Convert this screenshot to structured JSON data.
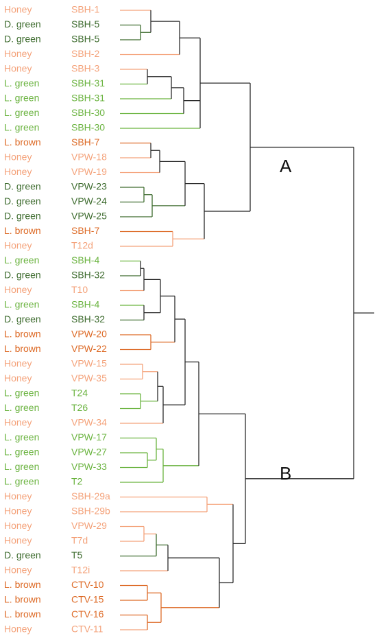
{
  "colors": {
    "honey": "#f4a27a",
    "d_green": "#3d6b2e",
    "l_green": "#6ab33f",
    "l_brown": "#dd6a26",
    "branch": "#2b2b2b"
  },
  "leaves": [
    {
      "category": "Honey",
      "sample": "SBH-1",
      "color_key": "honey"
    },
    {
      "category": "D. green",
      "sample": "SBH-5",
      "color_key": "d_green"
    },
    {
      "category": "D. green",
      "sample": "SBH-5",
      "color_key": "d_green"
    },
    {
      "category": "Honey",
      "sample": "SBH-2",
      "color_key": "honey"
    },
    {
      "category": "Honey",
      "sample": "SBH-3",
      "color_key": "honey"
    },
    {
      "category": "L. green",
      "sample": "SBH-31",
      "color_key": "l_green"
    },
    {
      "category": "L. green",
      "sample": "SBH-31",
      "color_key": "l_green"
    },
    {
      "category": "L. green",
      "sample": "SBH-30",
      "color_key": "l_green"
    },
    {
      "category": "L. green",
      "sample": "SBH-30",
      "color_key": "l_green"
    },
    {
      "category": "L. brown",
      "sample": "SBH-7",
      "color_key": "l_brown"
    },
    {
      "category": "Honey",
      "sample": "VPW-18",
      "color_key": "honey"
    },
    {
      "category": "Honey",
      "sample": "VPW-19",
      "color_key": "honey"
    },
    {
      "category": "D. green",
      "sample": "VPW-23",
      "color_key": "d_green"
    },
    {
      "category": "D. green",
      "sample": "VPW-24",
      "color_key": "d_green"
    },
    {
      "category": "D. green",
      "sample": "VPW-25",
      "color_key": "d_green"
    },
    {
      "category": "L. brown",
      "sample": "SBH-7",
      "color_key": "l_brown"
    },
    {
      "category": "Honey",
      "sample": "T12d",
      "color_key": "honey"
    },
    {
      "category": "L. green",
      "sample": "SBH-4",
      "color_key": "l_green"
    },
    {
      "category": "D. green",
      "sample": "SBH-32",
      "color_key": "d_green"
    },
    {
      "category": "Honey",
      "sample": "T10",
      "color_key": "honey"
    },
    {
      "category": "L. green",
      "sample": "SBH-4",
      "color_key": "l_green"
    },
    {
      "category": "D. green",
      "sample": "SBH-32",
      "color_key": "d_green"
    },
    {
      "category": "L. brown",
      "sample": "VPW-20",
      "color_key": "l_brown"
    },
    {
      "category": "L. brown",
      "sample": "VPW-22",
      "color_key": "l_brown"
    },
    {
      "category": "Honey",
      "sample": "VPW-15",
      "color_key": "honey"
    },
    {
      "category": "Honey",
      "sample": "VPW-35",
      "color_key": "honey"
    },
    {
      "category": "L. green",
      "sample": "T24",
      "color_key": "l_green"
    },
    {
      "category": "L. green",
      "sample": "T26",
      "color_key": "l_green"
    },
    {
      "category": "Honey",
      "sample": "VPW-34",
      "color_key": "honey"
    },
    {
      "category": "L. green",
      "sample": "VPW-17",
      "color_key": "l_green"
    },
    {
      "category": "L. green",
      "sample": "VPW-27",
      "color_key": "l_green"
    },
    {
      "category": "L. green",
      "sample": "VPW-33",
      "color_key": "l_green"
    },
    {
      "category": "L. green",
      "sample": "T2",
      "color_key": "l_green"
    },
    {
      "category": "Honey",
      "sample": "SBH-29a",
      "color_key": "honey"
    },
    {
      "category": "Honey",
      "sample": "SBH-29b",
      "color_key": "honey"
    },
    {
      "category": "Honey",
      "sample": "VPW-29",
      "color_key": "honey"
    },
    {
      "category": "Honey",
      "sample": "T7d",
      "color_key": "honey"
    },
    {
      "category": "D. green",
      "sample": "T5",
      "color_key": "d_green"
    },
    {
      "category": "Honey",
      "sample": "T12i",
      "color_key": "honey"
    },
    {
      "category": "L. brown",
      "sample": "CTV-10",
      "color_key": "l_brown"
    },
    {
      "category": "L. brown",
      "sample": "CTV-15",
      "color_key": "l_brown"
    },
    {
      "category": "L. brown",
      "sample": "CTV-16",
      "color_key": "l_brown"
    },
    {
      "category": "Honey",
      "sample": "CTV-11",
      "color_key": "honey"
    }
  ],
  "clusters": [
    {
      "label": "A"
    },
    {
      "label": "B"
    }
  ]
}
